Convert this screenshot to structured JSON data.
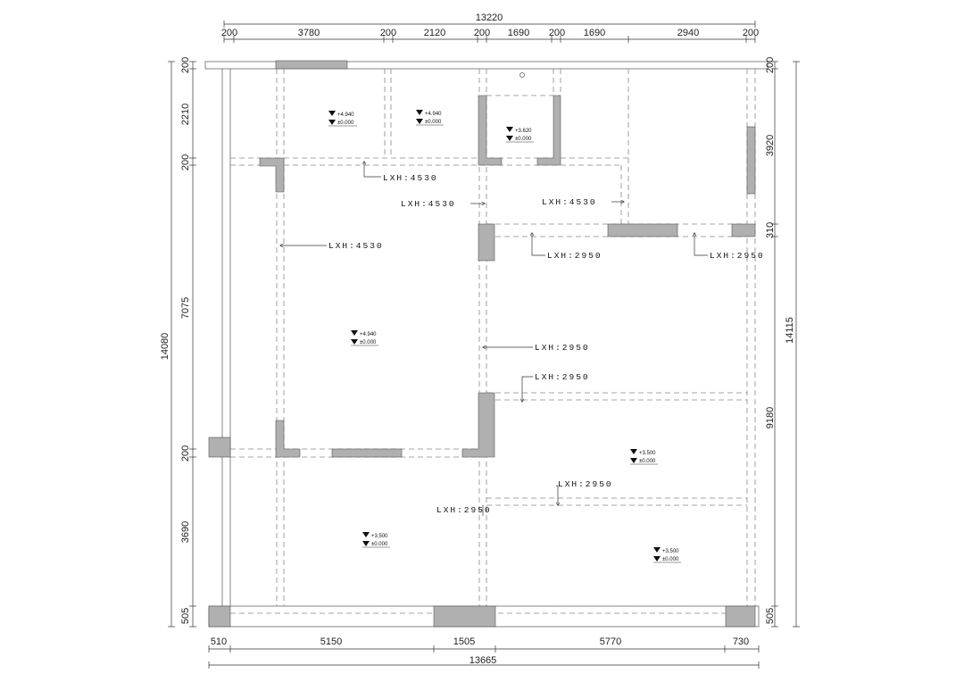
{
  "top_dims": {
    "total": "13220",
    "segments": [
      "200",
      "3780",
      "200",
      "2120",
      "200",
      "1690",
      "200",
      "1690",
      "2940",
      "200"
    ]
  },
  "bottom_dims": {
    "total": "13665",
    "segments": [
      "510",
      "5150",
      "1505",
      "5770",
      "730"
    ]
  },
  "left_dims": {
    "total": "14080",
    "segments": [
      "200",
      "2210",
      "200",
      "7075",
      "200",
      "3690",
      "505"
    ]
  },
  "right_dims": {
    "total": "14115",
    "segments": [
      "200",
      "3920",
      "310",
      "9180",
      "505"
    ]
  },
  "beam_labels": [
    "LXH:4530",
    "LXH:4530",
    "LXH:4530",
    "LXH:4530",
    "LXH:2950",
    "LXH:2950",
    "LXH:2950",
    "LXH:2950",
    "LXH:2950",
    "LXH:2950"
  ],
  "elevations": [
    {
      "top": "+4.940",
      "bottom": "±0.000"
    },
    {
      "top": "+4.940",
      "bottom": "±0.000"
    },
    {
      "top": "+3.620",
      "bottom": "±0.000"
    },
    {
      "top": "+4.940",
      "bottom": "±0.000"
    },
    {
      "top": "+3.500",
      "bottom": "±0.000"
    },
    {
      "top": "+3.500",
      "bottom": "±0.000"
    },
    {
      "top": "+3.500",
      "bottom": "±0.000"
    }
  ],
  "colors": {
    "column_fill": "#b0b0b0",
    "line": "#666666",
    "dashed": "#888888"
  }
}
